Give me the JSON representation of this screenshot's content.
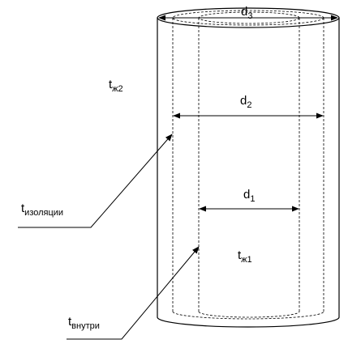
{
  "diagram": {
    "labels": {
      "t_zh2": {
        "base": "t",
        "sub": "ж2"
      },
      "t_zh1": {
        "base": "t",
        "sub": "ж1"
      },
      "t_izol": {
        "base": "t",
        "sub": "изоляции"
      },
      "t_vnutri": {
        "base": "t",
        "sub": "внутри"
      },
      "d1": {
        "base": "d",
        "sub": "1"
      },
      "d2": {
        "base": "d",
        "sub": "2"
      },
      "d3": {
        "base": "d",
        "sub": "3"
      }
    }
  }
}
